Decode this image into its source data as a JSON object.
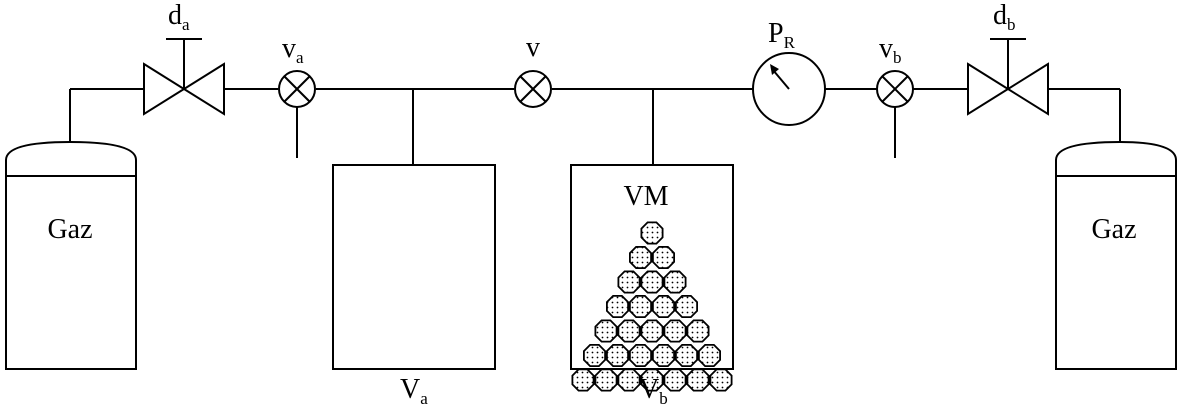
{
  "labels": {
    "reducer_a": {
      "main": "d",
      "sub": "a"
    },
    "reducer_b": {
      "main": "d",
      "sub": "b"
    },
    "valve_a": {
      "main": "v",
      "sub": "a"
    },
    "valve_b": {
      "main": "v",
      "sub": "b"
    },
    "valve_center": {
      "main": "v"
    },
    "pressure_gauge": {
      "main": "P",
      "sub": "R"
    },
    "tank_left": "Gaz",
    "tank_right": "Gaz",
    "vessel_a": {
      "main": "V",
      "sub": "a"
    },
    "vessel_b": {
      "main": "V",
      "sub": "b"
    },
    "vessel_b_inner": "VM"
  },
  "adsorbent_pyramid_rows": [
    1,
    2,
    3,
    4,
    5,
    6,
    7
  ],
  "colors": {
    "line": "#000000",
    "background": "#ffffff",
    "dot": "#000000"
  }
}
